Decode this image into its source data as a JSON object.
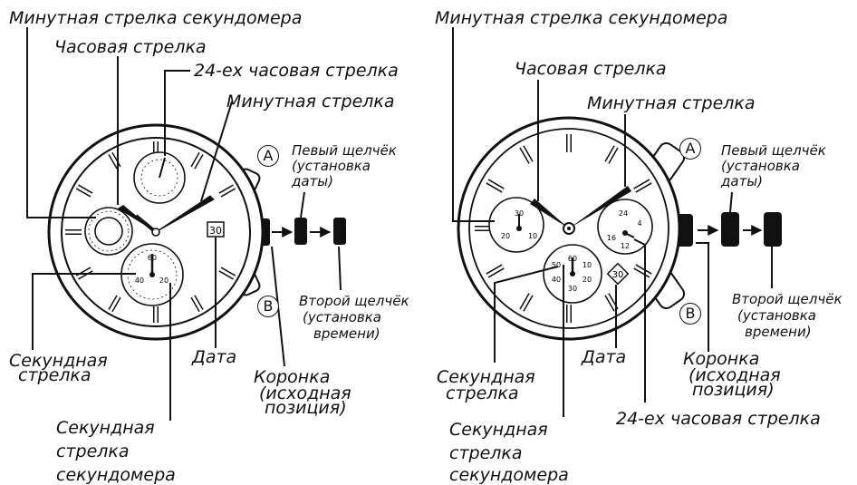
{
  "left_watch": {
    "labels": {
      "chrono_minute": "Минутная стрелка секундомера",
      "hour_hand": "Часовая стрелка",
      "hand_24h": "24-ех часовая стрелка",
      "minute_hand": "Минутная стрелка",
      "first_click": "Певый щелчёк",
      "first_click_sub1": "(установка",
      "first_click_sub2": "даты)",
      "second_click": "Второй щелчёк",
      "second_click_sub1": "(установка",
      "second_click_sub2": "времени)",
      "second_hand_1": "Секундная",
      "second_hand_2": "стрелка",
      "date": "Дата",
      "crown_1": "Коронка",
      "crown_2": "(исходная",
      "crown_3": "позиция)",
      "chrono_second_1": "Секундная",
      "chrono_second_2": "стрелка",
      "chrono_second_3": "секундомера"
    },
    "button_a": "A",
    "button_b": "B",
    "date_window": "30",
    "subdial_numbers": [
      "60",
      "40",
      "20"
    ]
  },
  "right_watch": {
    "labels": {
      "chrono_minute": "Минутная стрелка секундомера",
      "hour_hand": "Часовая стрелка",
      "minute_hand": "Минутная стрелка",
      "first_click": "Певый щелчёк",
      "first_click_sub1": "(установка",
      "first_click_sub2": "даты)",
      "second_click": "Второй щелчёк",
      "second_click_sub1": "(установка",
      "second_click_sub2": "времени)",
      "second_hand_1": "Секундная",
      "second_hand_2": "стрелка",
      "date": "Дата",
      "crown_1": "Коронка",
      "crown_2": "(исходная",
      "crown_3": "позиция)",
      "hand_24h": "24-ех часовая стрелка",
      "chrono_second_1": "Секундная",
      "chrono_second_2": "стрелка",
      "chrono_second_3": "секундомера"
    },
    "button_a": "A",
    "button_b": "B",
    "date_window": "30",
    "subdial_left_numbers": [
      "30",
      "20",
      "10"
    ],
    "subdial_right_numbers": [
      "24",
      "4",
      "16",
      "12"
    ],
    "subdial_bottom_numbers": [
      "60",
      "10",
      "50",
      "40",
      "20",
      "30"
    ]
  }
}
